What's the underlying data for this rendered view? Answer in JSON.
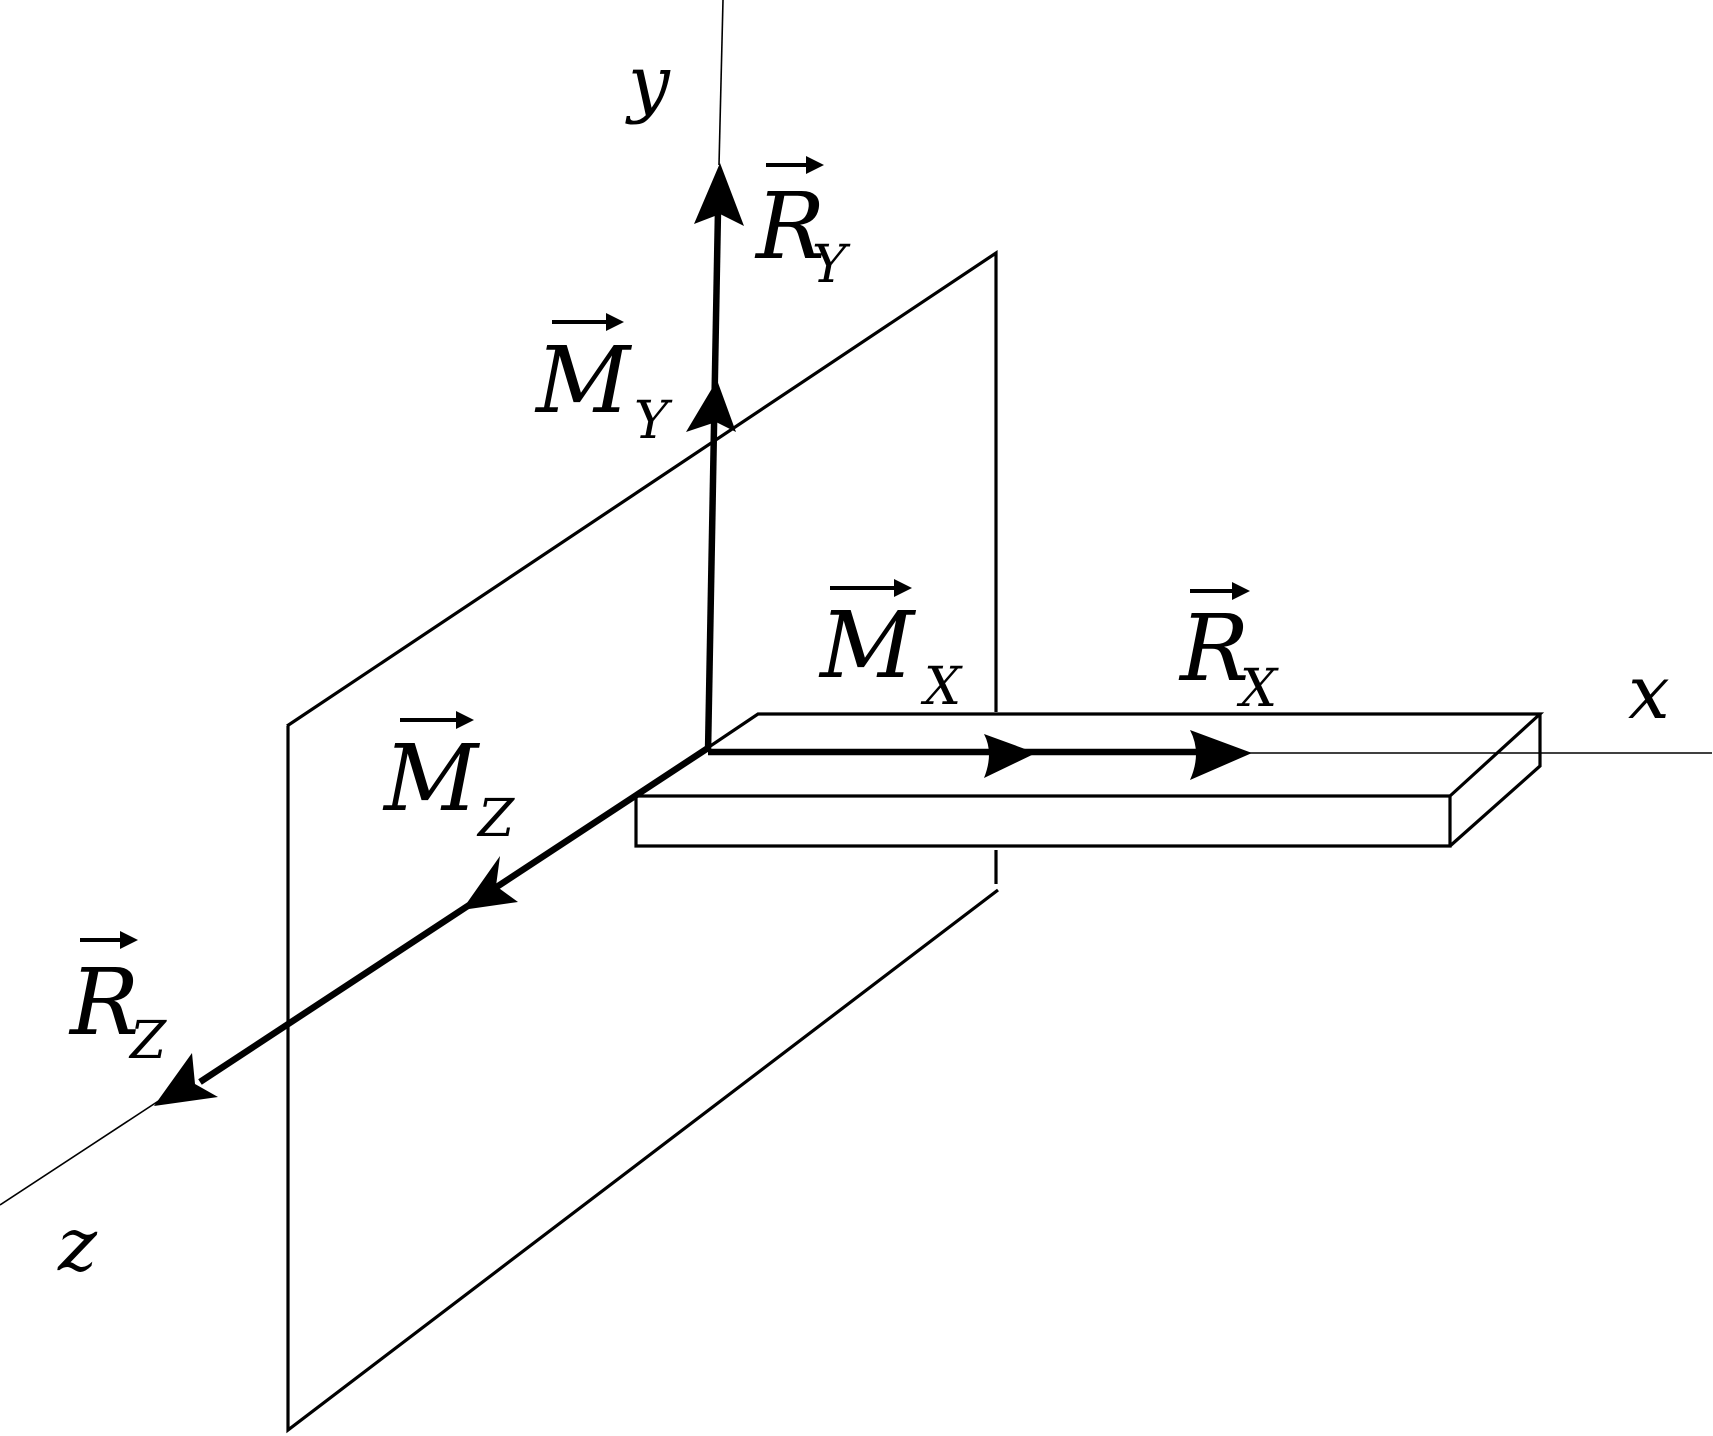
{
  "axes": {
    "x": "x",
    "y": "y",
    "z": "z"
  },
  "vectors": {
    "R_y": {
      "base": "R",
      "sub": "Y"
    },
    "M_y": {
      "base": "M",
      "sub": "Y"
    },
    "M_x": {
      "base": "M",
      "sub": "X"
    },
    "R_x": {
      "base": "R",
      "sub": "X"
    },
    "M_z": {
      "base": "M",
      "sub": "Z"
    },
    "R_z": {
      "base": "R",
      "sub": "Z"
    }
  }
}
